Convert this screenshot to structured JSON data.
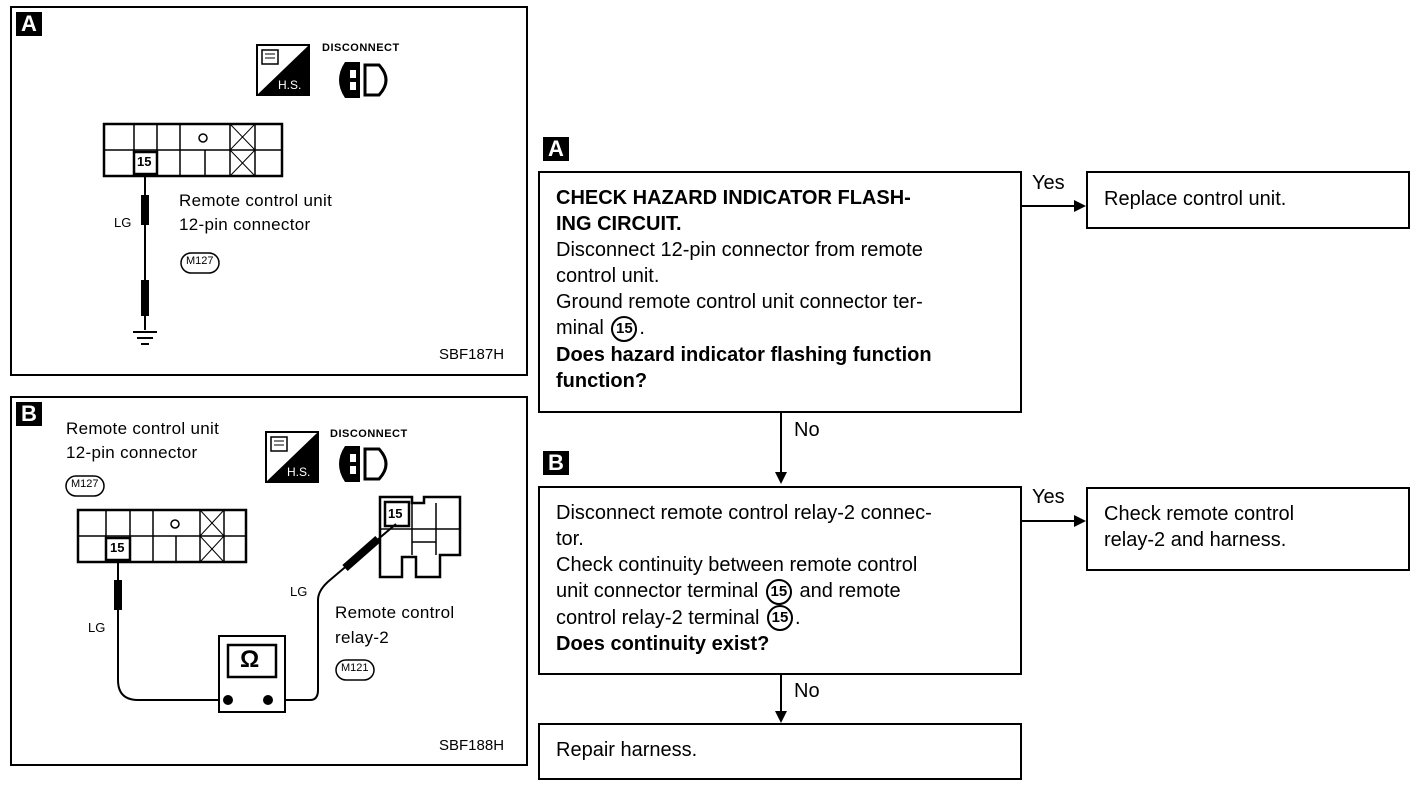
{
  "panel_a": {
    "tag": "A",
    "disconnect": "DISCONNECT",
    "hs": "H.S.",
    "pin_number": "15",
    "wire_color": "LG",
    "connector_label_line1": "Remote control unit",
    "connector_label_line2": "12-pin connector",
    "connector_code": "M127",
    "ref": "SBF187H"
  },
  "panel_b": {
    "tag": "B",
    "disconnect": "DISCONNECT",
    "hs": "H.S.",
    "unit_label_line1": "Remote control unit",
    "unit_label_line2": "12-pin connector",
    "unit_code": "M127",
    "unit_pin": "15",
    "relay_pin": "15",
    "wire_color_left": "LG",
    "wire_color_right": "LG",
    "ohm_symbol": "Ω",
    "relay_label_line1": "Remote control",
    "relay_label_line2": "relay-2",
    "relay_code": "M121",
    "ref": "SBF188H"
  },
  "flow": {
    "step_a": {
      "tag": "A",
      "title_line1": "CHECK HAZARD INDICATOR FLASH-",
      "title_line2": "ING CIRCUIT.",
      "line1": "Disconnect 12-pin connector from remote",
      "line2": "control unit.",
      "line3": "Ground remote control unit connector ter-",
      "line4_prefix": "minal",
      "line4_terminal": "15",
      "line4_suffix": ".",
      "question_line1": "Does hazard indicator flashing function",
      "question_line2": "function?",
      "yes": "Yes",
      "no": "No",
      "yes_result": "Replace control unit."
    },
    "step_b": {
      "tag": "B",
      "line1": "Disconnect remote control relay-2 connec-",
      "line2": "tor.",
      "line3": "Check continuity between remote control",
      "line4_prefix": "unit connector terminal",
      "line4_terminal": "15",
      "line4_suffix": "and remote",
      "line5_prefix": "control relay-2 terminal",
      "line5_terminal": "15",
      "line5_suffix": ".",
      "question": "Does continuity exist?",
      "yes": "Yes",
      "no": "No",
      "yes_result_line1": "Check remote control",
      "yes_result_line2": "relay-2 and harness.",
      "no_result": "Repair harness."
    }
  }
}
